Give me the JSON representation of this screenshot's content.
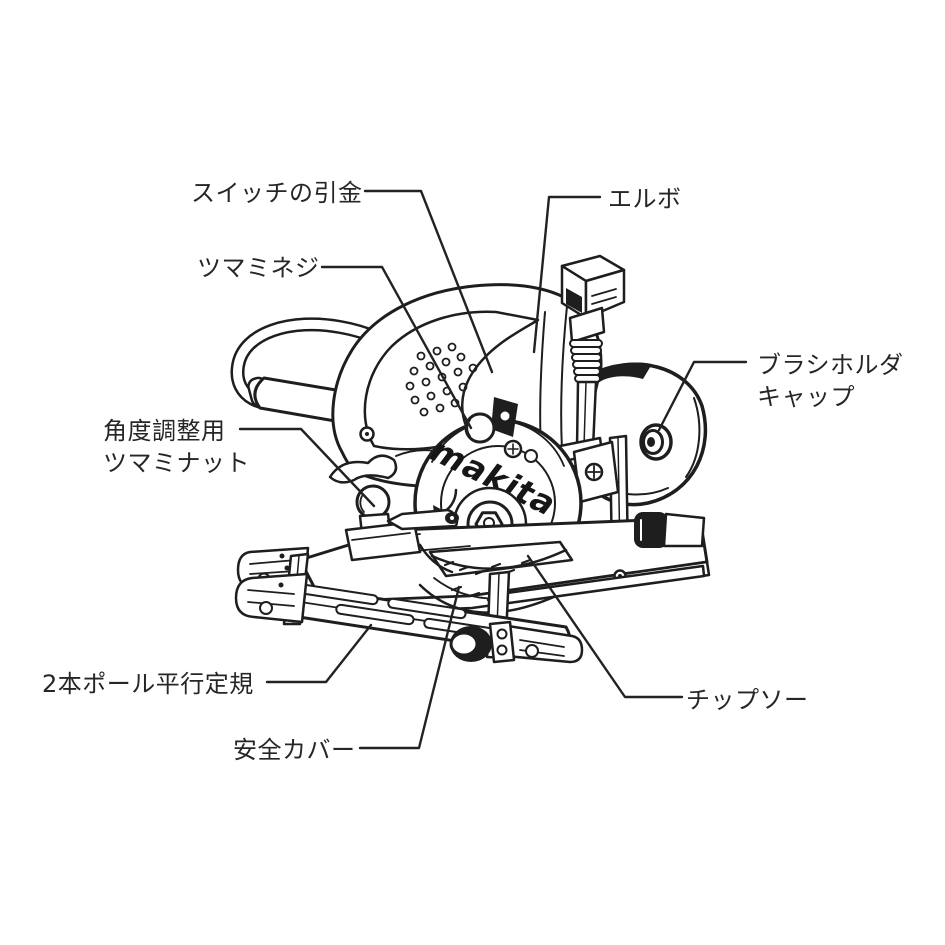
{
  "diagram": {
    "brand_logo": "makita",
    "labels": {
      "switch_trigger": "スイッチの引金",
      "elbow": "エルボ",
      "thumb_screw": "ツマミネジ",
      "brush_holder_cap": [
        "ブラシホルダ",
        "キャップ"
      ],
      "angle_adjust_nut": [
        "角度調整用",
        "ツマミナット"
      ],
      "two_pole_parallel_guide": "2本ポール平行定規",
      "tip_saw": "チップソー",
      "safety_cover": "安全カバー"
    },
    "colors": {
      "line": "#1e1e1e",
      "text": "#262626",
      "background": "#ffffff"
    }
  }
}
